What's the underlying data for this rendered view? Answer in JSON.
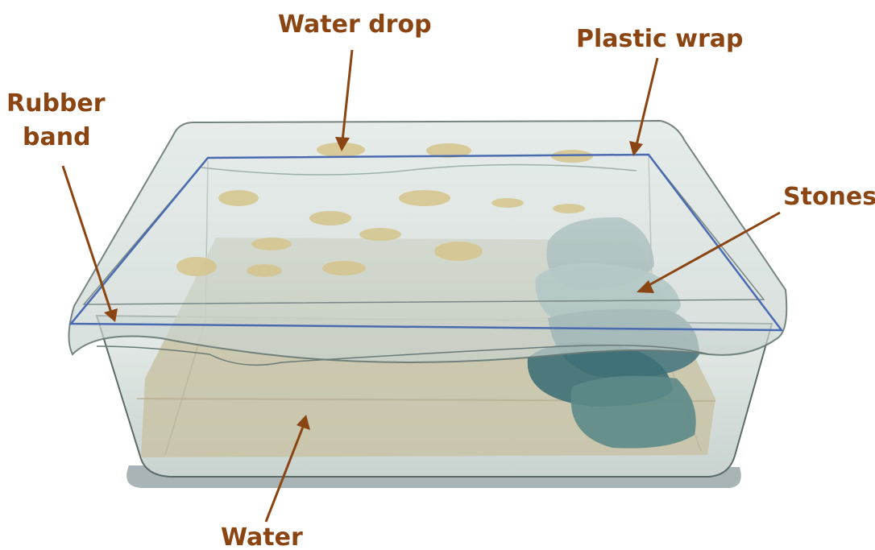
{
  "labels": {
    "water_drop": "Water drop",
    "plastic_wrap": "Plastic wrap",
    "rubber_band_line1": "Rubber",
    "rubber_band_line2": "band",
    "stones": "Stones",
    "water": "Water"
  },
  "colors": {
    "label": "#8B4513",
    "band": "#4a6bb0",
    "container": "#cfd8d6",
    "water": "#c8c3a6",
    "stone": "#4f7c84",
    "drop": "#d6c690"
  }
}
